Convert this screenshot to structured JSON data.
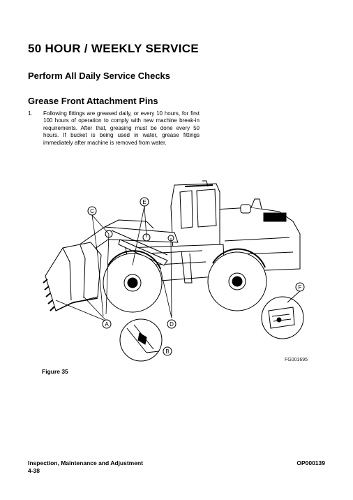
{
  "header": {
    "title": "50 HOUR / WEEKLY SERVICE",
    "section1": "Perform All Daily Service Checks",
    "section2": "Grease Front Attachment Pins"
  },
  "steps": [
    {
      "number": "1.",
      "text": "Following fittings are greased daily, or every 10 hours, for first 100 hours of operation to comply with new machine break-in requirements. After that, greasing must be done every 50 hours. If bucket is being used in water, grease fittings immediately after machine is removed from water."
    }
  ],
  "figure": {
    "callouts": [
      "A",
      "B",
      "C",
      "D",
      "E",
      "F"
    ],
    "image_id": "FG001695",
    "caption": "Figure 35"
  },
  "footer": {
    "section": "Inspection, Maintenance and Adjustment",
    "page": "4-38",
    "doc_id": "OP000139"
  }
}
